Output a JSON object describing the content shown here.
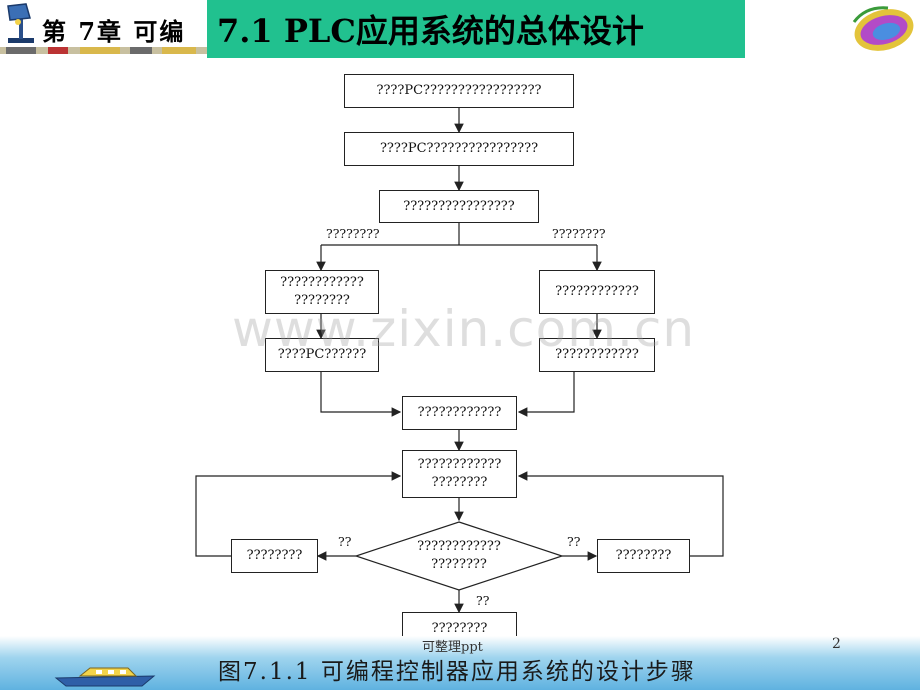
{
  "header": {
    "chapter": "第 7章  可编",
    "title": "7.1  PLC应用系统的总体设计",
    "title_bg": "#21c18f"
  },
  "flowchart": {
    "boxes": {
      "b1": "????PC?????????????????",
      "b2": "????PC????????????????",
      "b3": "????????????????",
      "b4": "????????????\n????????",
      "b5": "????PC??????",
      "b6": "????????????",
      "b7": "????????????",
      "b8": "????????????",
      "b9": "????????????\n????????",
      "decision": "????????????\n????????",
      "left_fix": "????????",
      "right_fix": "????????",
      "final": "????????"
    },
    "edge_labels": {
      "branch_left": "????????",
      "branch_right": "????????",
      "no_left": "??",
      "no_right": "??",
      "yes_down": "??"
    }
  },
  "watermark": "www.zixin.com.cn",
  "footer": {
    "note": "可整理ppt",
    "page_number": "2",
    "caption": "图7.1.1  可编程控制器应用系统的设计步骤"
  }
}
